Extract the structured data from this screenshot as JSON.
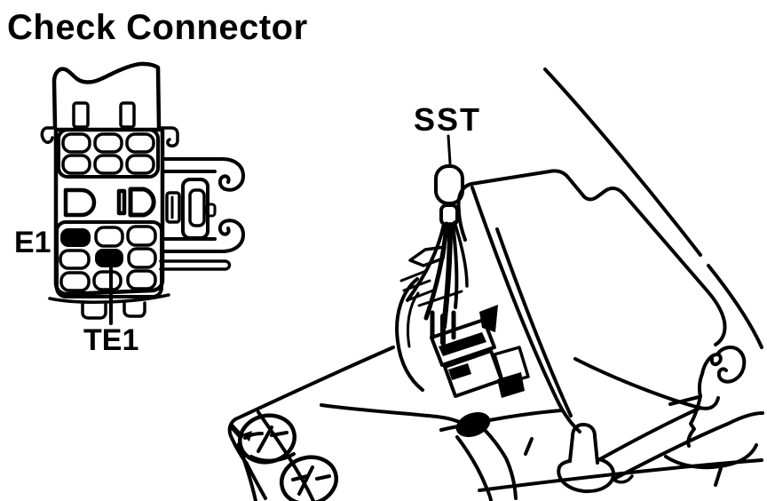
{
  "figure": {
    "title": "Check Connector",
    "connector": {
      "e1_label": "E1",
      "te1_label": "TE1",
      "highlighted_pins": [
        "E1",
        "TE1"
      ]
    },
    "tool_label": "SST",
    "colors": {
      "ink": "#000000",
      "background": "#ffffff"
    }
  }
}
